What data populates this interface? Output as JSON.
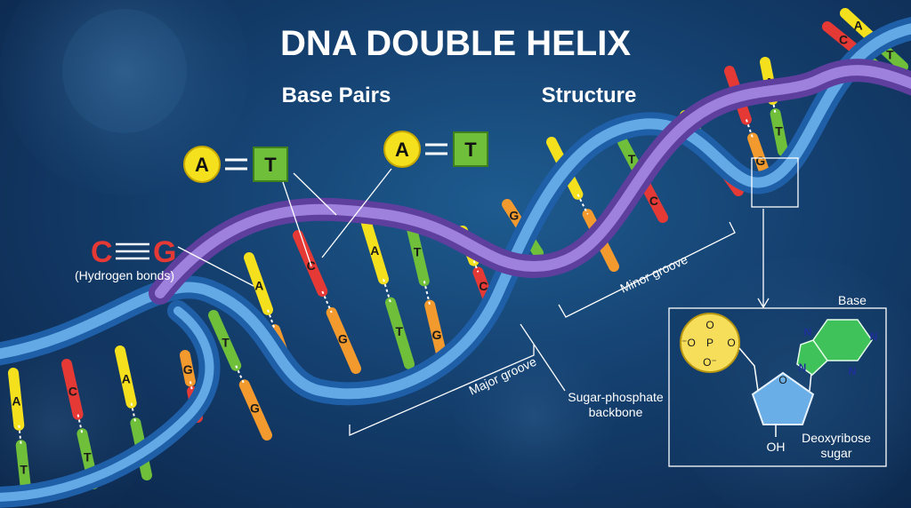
{
  "title": "DNA DOUBLE HELIX",
  "section_base_pairs": "Base Pairs",
  "section_structure": "Structure",
  "pair_1": {
    "left": "A",
    "right": "T"
  },
  "pair_2": {
    "left": "A",
    "right": "T"
  },
  "pair_3": {
    "left": "C",
    "right": "G",
    "note": "(Hydrogen bonds)"
  },
  "labels": {
    "major_groove": "Major groove",
    "minor_groove": "Minor groove",
    "backbone_line1": "Sugar-phosphate",
    "backbone_line2": "backbone"
  },
  "nucleotide": {
    "base_label": "Base",
    "sugar_line1": "Deoxyribose",
    "sugar_line2": "sugar",
    "oh": "OH",
    "phosphate": {
      "top": "O",
      "left": "⁻O",
      "center": "P",
      "right": "O",
      "bottom": "O⁻"
    },
    "ring_o": "O",
    "purine_n": [
      "N",
      "N",
      "N",
      "N"
    ]
  },
  "rungs": [
    {
      "top": "A",
      "bottom": "T"
    },
    {
      "top": "C",
      "bottom": "T"
    },
    {
      "top": "A",
      "bottom": "T"
    },
    {
      "top": "G",
      "bottom": "C"
    },
    {
      "top": "T",
      "bottom": "G"
    },
    {
      "top": "A",
      "bottom": "G"
    },
    {
      "top": "C",
      "bottom": "G"
    },
    {
      "top": "A",
      "bottom": "T"
    },
    {
      "top": "T",
      "bottom": "G"
    },
    {
      "top": "A",
      "bottom": "C"
    },
    {
      "top": "G",
      "bottom": "T"
    },
    {
      "top": "A",
      "bottom": "G"
    },
    {
      "top": "T",
      "bottom": "C"
    },
    {
      "top": "A",
      "bottom": "C"
    },
    {
      "top": "C",
      "bottom": "G"
    }
  ],
  "colors": {
    "A": "#f4e01d",
    "T": "#6fbf3a",
    "C": "#e53935",
    "G": "#f39a2e",
    "strand_blue": "#3b8ed8",
    "strand_purple": "#8a63c9",
    "phosphate": "#f6de5a",
    "sugar": "#69aee6",
    "purine": "#3fc25a"
  }
}
